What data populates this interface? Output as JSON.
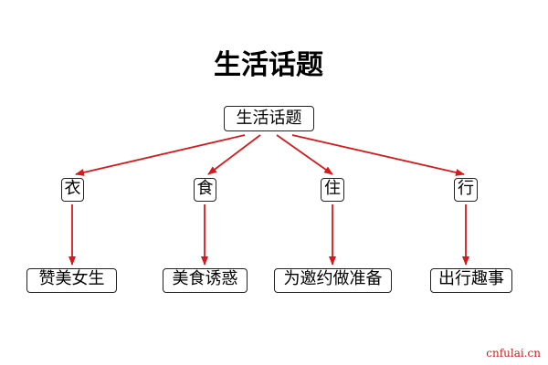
{
  "title": "生活话题",
  "root": {
    "label": "生活话题"
  },
  "categories": [
    {
      "label": "衣",
      "topic": "赞美女生"
    },
    {
      "label": "食",
      "topic": "美食诱惑"
    },
    {
      "label": "住",
      "topic": "为邀约做准备"
    },
    {
      "label": "行",
      "topic": "出行趣事"
    }
  ],
  "colors": {
    "arrow": "#d7191c",
    "border": "#222222",
    "text": "#000000"
  },
  "watermark": "cnfulai.cn"
}
